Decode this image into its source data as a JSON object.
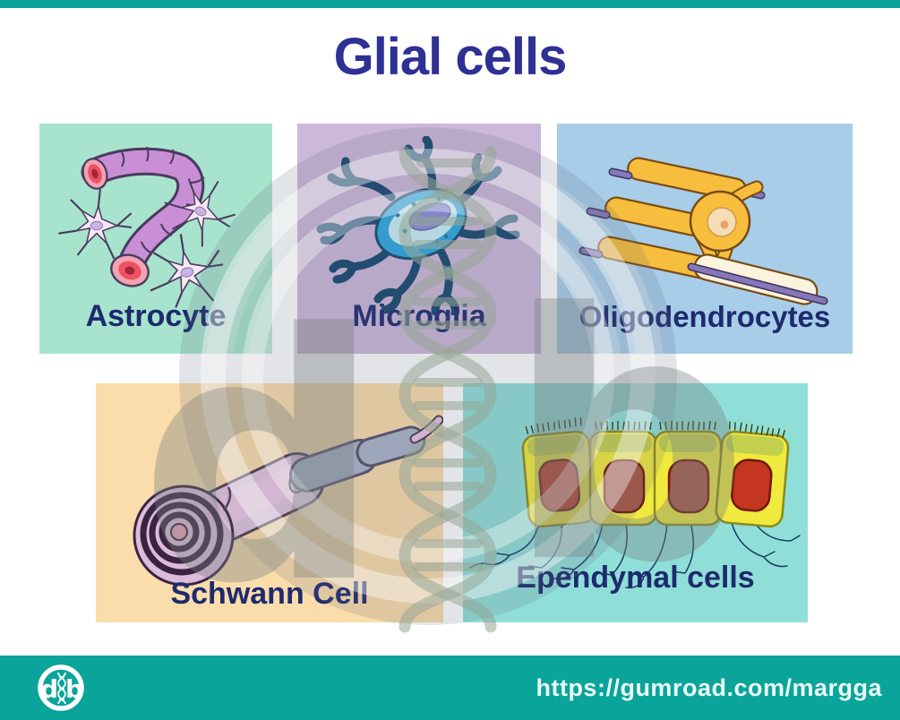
{
  "title": "Glial cells",
  "cards": [
    {
      "id": "astrocyte",
      "label": "Astrocyte",
      "bg": "#a7e3cd"
    },
    {
      "id": "microglia",
      "label": "Microglia",
      "bg": "#ccb8da"
    },
    {
      "id": "oligodendrocytes",
      "label": "Oligodendrocytes",
      "bg": "#a7cde9"
    },
    {
      "id": "schwann",
      "label": "Schwann Cell",
      "bg": "#fbdcab"
    },
    {
      "id": "ependymal",
      "label": "Ependymal cells",
      "bg": "#8fdfd8"
    }
  ],
  "watermark": {
    "letter_left": "d",
    "letter_right": "b"
  },
  "footer": {
    "url": "https://gumroad.com/margga",
    "logo_letter_left": "d",
    "logo_letter_right": "b"
  },
  "colors": {
    "accent_teal": "#0aa49b",
    "title_text": "#2e3094",
    "label_text": "#1d2a6e",
    "footer_text": "#eafaf5"
  }
}
